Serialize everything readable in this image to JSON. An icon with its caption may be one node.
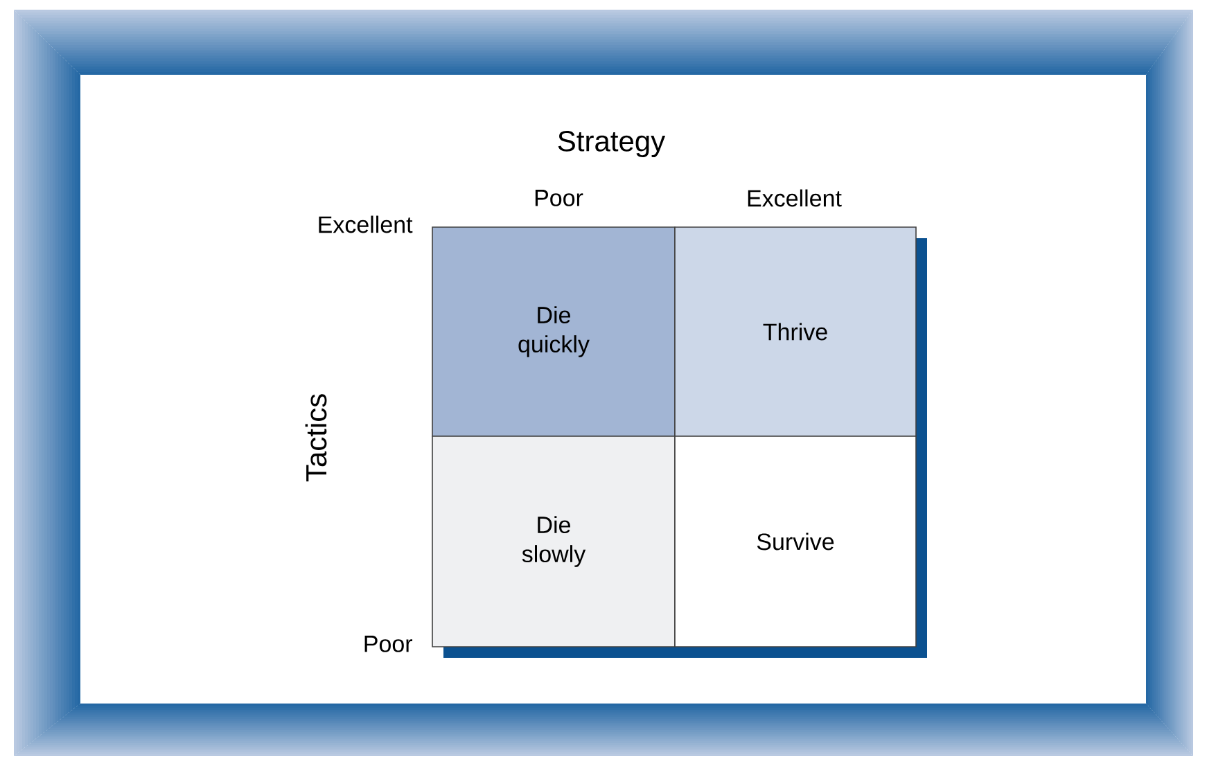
{
  "diagram": {
    "nodes": [
      {
        "text": [
          "Die quickly"
        ]
      },
      {
        "text": [
          "Thrive"
        ]
      },
      {
        "text": [
          "Die slowly"
        ]
      },
      {
        "text": [
          "Survive"
        ]
      }
    ],
    "labels": [
      "Strategy",
      "Poor",
      "Excellent",
      "Excellent",
      "Tactics",
      "Poor"
    ]
  }
}
